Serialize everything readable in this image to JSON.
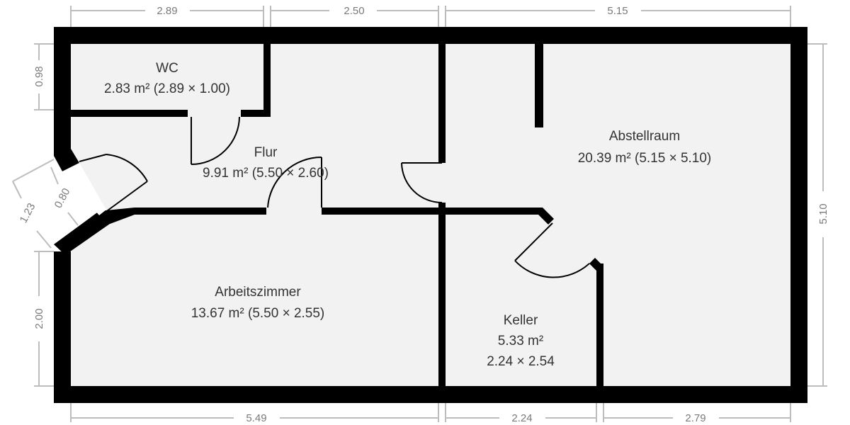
{
  "rooms": {
    "wc": {
      "name": "WC",
      "area": "2.83 m² (2.89 × 1.00)"
    },
    "flur": {
      "name": "Flur",
      "area": "9.91 m² (5.50 × 2.60)"
    },
    "abstellraum": {
      "name": "Abstellraum",
      "area": "20.39 m² (5.15 × 5.10)"
    },
    "arbeitszimmer": {
      "name": "Arbeitszimmer",
      "area": "13.67 m² (5.50 × 2.55)"
    },
    "keller": {
      "name": "Keller",
      "area": "5.33 m²",
      "dims": "2.24 × 2.54"
    }
  },
  "dimensions": {
    "top": [
      "2.89",
      "2.50",
      "5.15"
    ],
    "bottom": [
      "5.49",
      "2.24",
      "2.79"
    ],
    "left": [
      "0.98",
      "2.00"
    ],
    "right": "5.10",
    "entry_width": "0.80",
    "entry_diag": "1.23"
  },
  "colors": {
    "wall": "#000000",
    "floor": "#f2f2f2",
    "dimension": "#bdbdbd",
    "text": "#333333"
  }
}
